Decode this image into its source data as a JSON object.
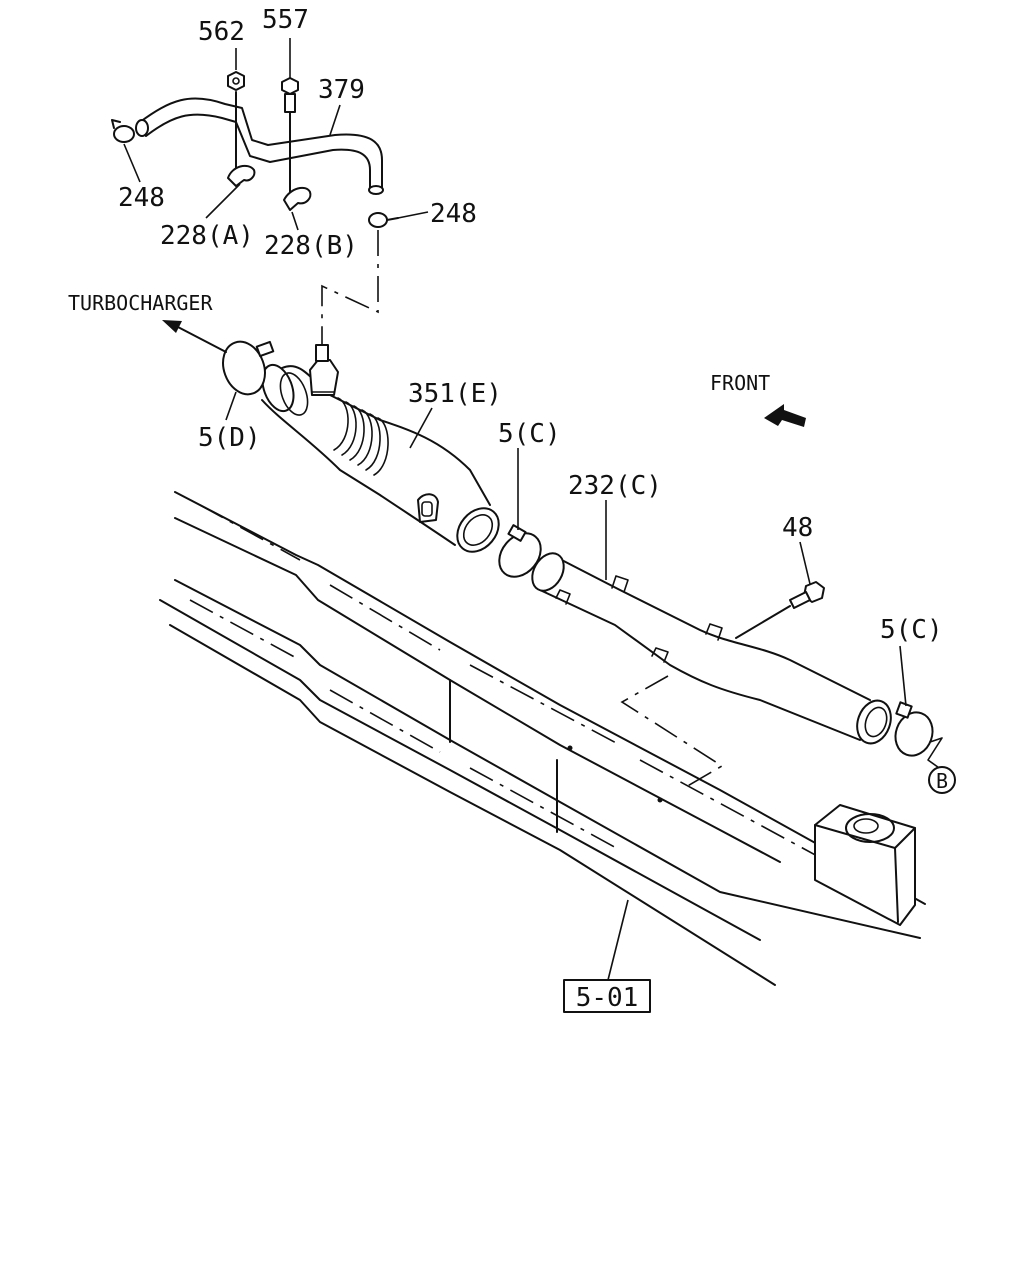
{
  "callouts": {
    "c562": "562",
    "c557": "557",
    "c379": "379",
    "c248_left": "248",
    "c228a": "228(A)",
    "c228b": "228(B)",
    "c248_right": "248",
    "c5d": "5(D)",
    "c351e": "351(E)",
    "c5c_mid": "5(C)",
    "c232c": "232(C)",
    "c48": "48",
    "c5c_right": "5(C)",
    "ref_b": "B",
    "ref_501": "5-01"
  },
  "notes": {
    "turbocharger": "TURBOCHARGER",
    "front": "FRONT"
  },
  "icons": {
    "turbo_arrow": "arrow-upper-left-icon",
    "front_arrow": "filled-arrow-upper-left-icon"
  }
}
